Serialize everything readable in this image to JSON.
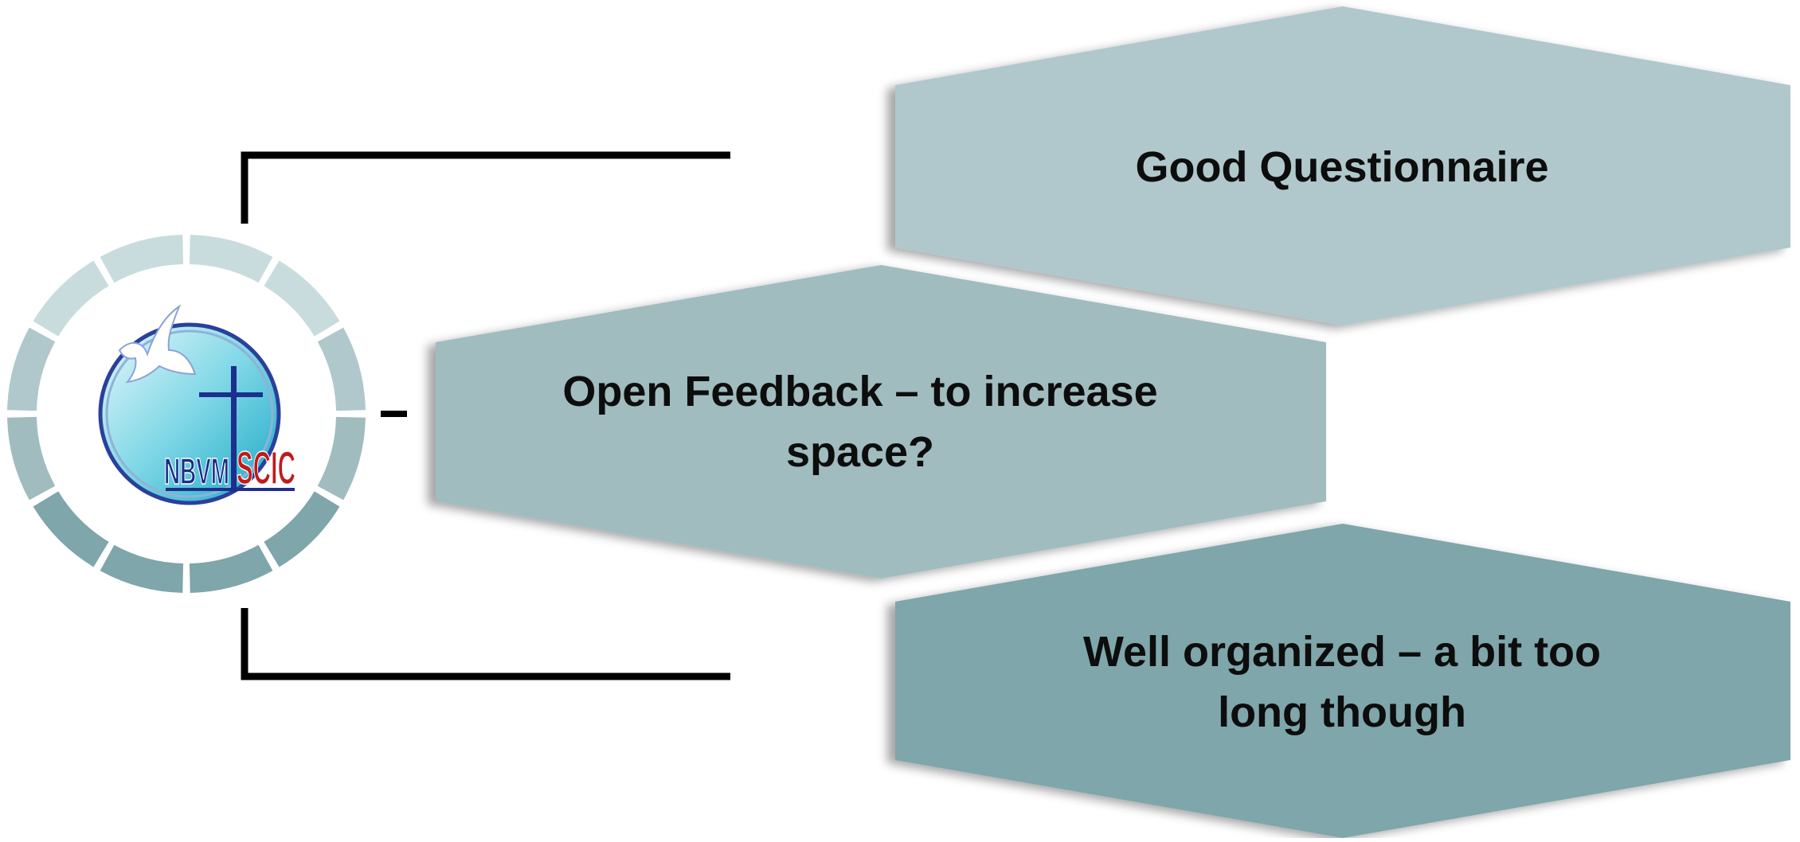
{
  "logo": {
    "left_text": "NBVM",
    "right_text": "SCIC",
    "left_color": "#1c2f8c",
    "right_color": "#c21a1a"
  },
  "items": [
    {
      "label": "Good Questionnaire",
      "fill": "#b0c8cb"
    },
    {
      "label": "Open Feedback – to increase\nspace?",
      "fill": "#a0bcbf"
    },
    {
      "label": "Well organized – a bit too\nlong though",
      "fill": "#7fa6aa"
    }
  ],
  "ring_colors": [
    "#c9dcdd",
    "#b0c8cb",
    "#a0bcbf",
    "#7fa6aa"
  ]
}
